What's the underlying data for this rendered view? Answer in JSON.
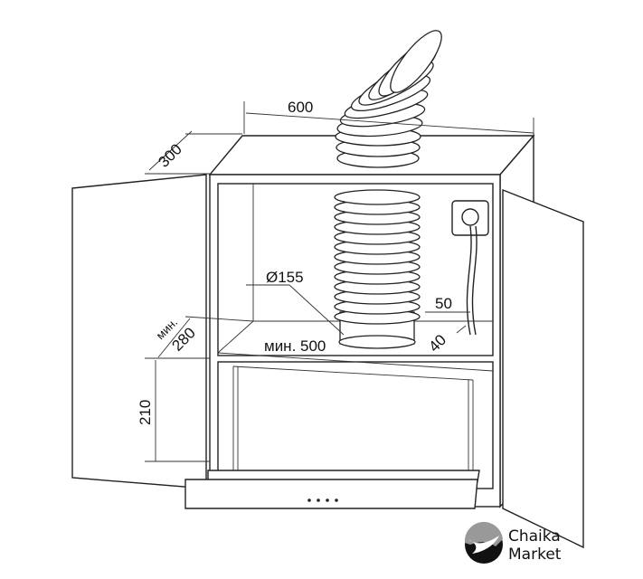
{
  "dimensions": {
    "width": "600",
    "depth": "300",
    "duct_diameter": "Ø155",
    "socket_offset": "50",
    "min_label": "мин.",
    "min_depth": "280",
    "min_width": "мин. 500",
    "pipe_offset": "40",
    "height": "210"
  },
  "logo": {
    "line1": "Chaika",
    "line2": "Market"
  }
}
